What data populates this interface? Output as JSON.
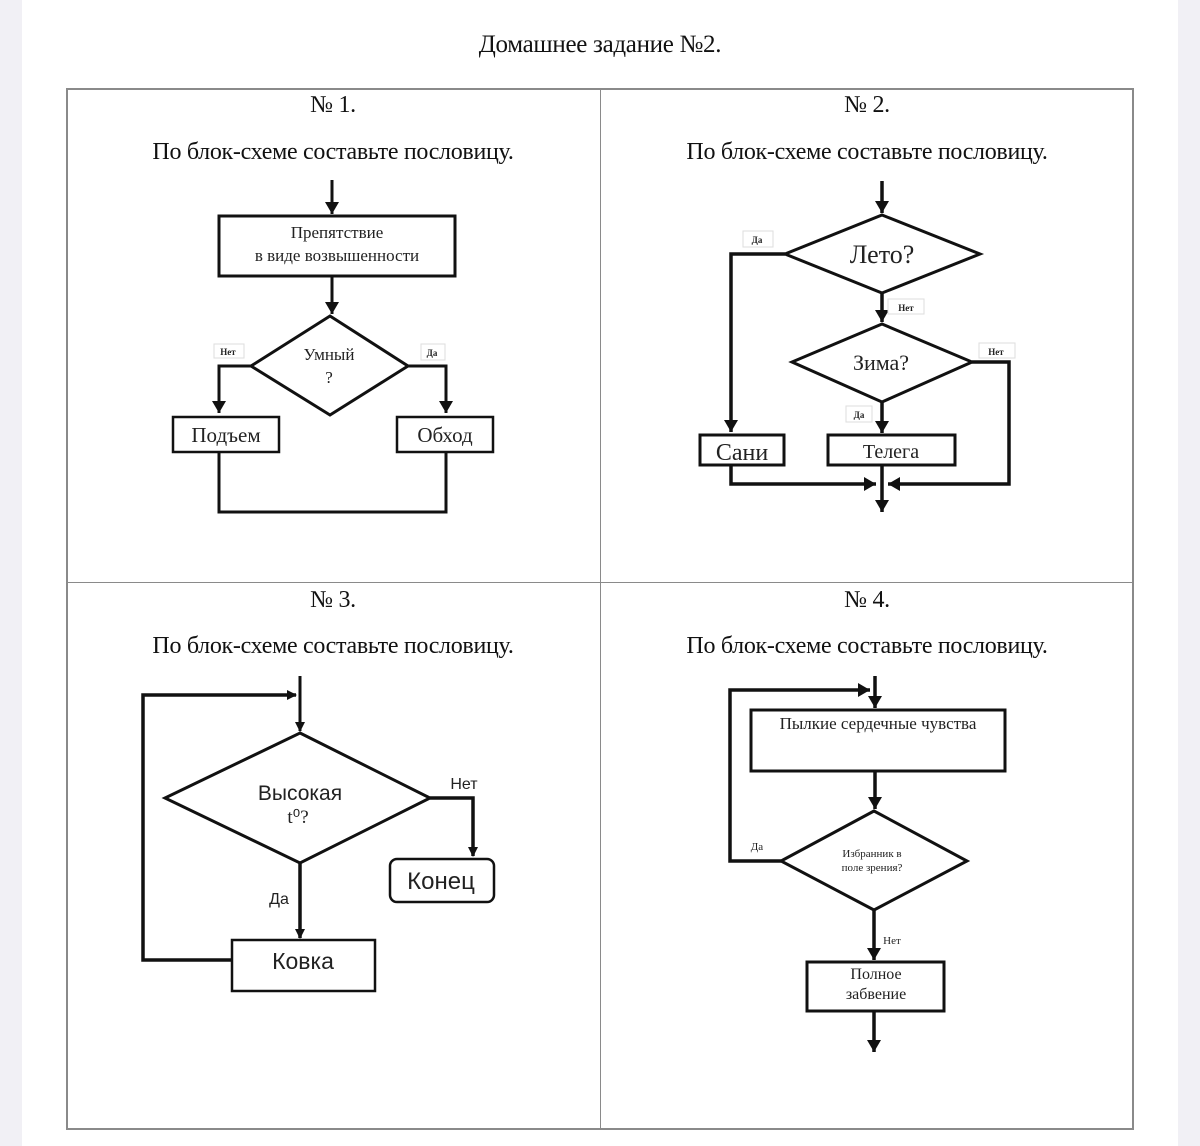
{
  "document": {
    "title": "Домашнее задание №2."
  },
  "tasks": [
    {
      "number": "№ 1.",
      "instruction": "По блок-схеме составьте пословицу.",
      "flowchart": {
        "process": [
          "Препятствие",
          "в виде возвышенности"
        ],
        "decision": [
          "Умный",
          "?"
        ],
        "label_no": "Нет",
        "label_yes": "Да",
        "left_box": "Подъем",
        "right_box": "Обход"
      }
    },
    {
      "number": "№ 2.",
      "instruction": "По блок-схеме составьте пословицу.",
      "flowchart": {
        "decision1": "Лето?",
        "decision2": "Зима?",
        "label_yes1": "Да",
        "label_no1": "Нет",
        "label_no2": "Нет",
        "label_yes2": "Да",
        "left_box": "Сани",
        "center_box": "Телега"
      }
    },
    {
      "number": "№ 3.",
      "instruction": "По блок-схеме составьте пословицу.",
      "flowchart": {
        "decision": [
          "Высокая",
          "t⁰?"
        ],
        "label_no": "Нет",
        "label_yes": "Да",
        "end_box": "Конец",
        "process_box": "Ковка"
      }
    },
    {
      "number": "№ 4.",
      "instruction": "По блок-схеме составьте пословицу.",
      "flowchart": {
        "process": "Пылкие сердечные чувства",
        "decision": [
          "Избранник в",
          "поле зрения?"
        ],
        "label_yes": "Да",
        "label_no": "Нет",
        "result_box": [
          "Полное",
          "забвение"
        ]
      }
    }
  ]
}
